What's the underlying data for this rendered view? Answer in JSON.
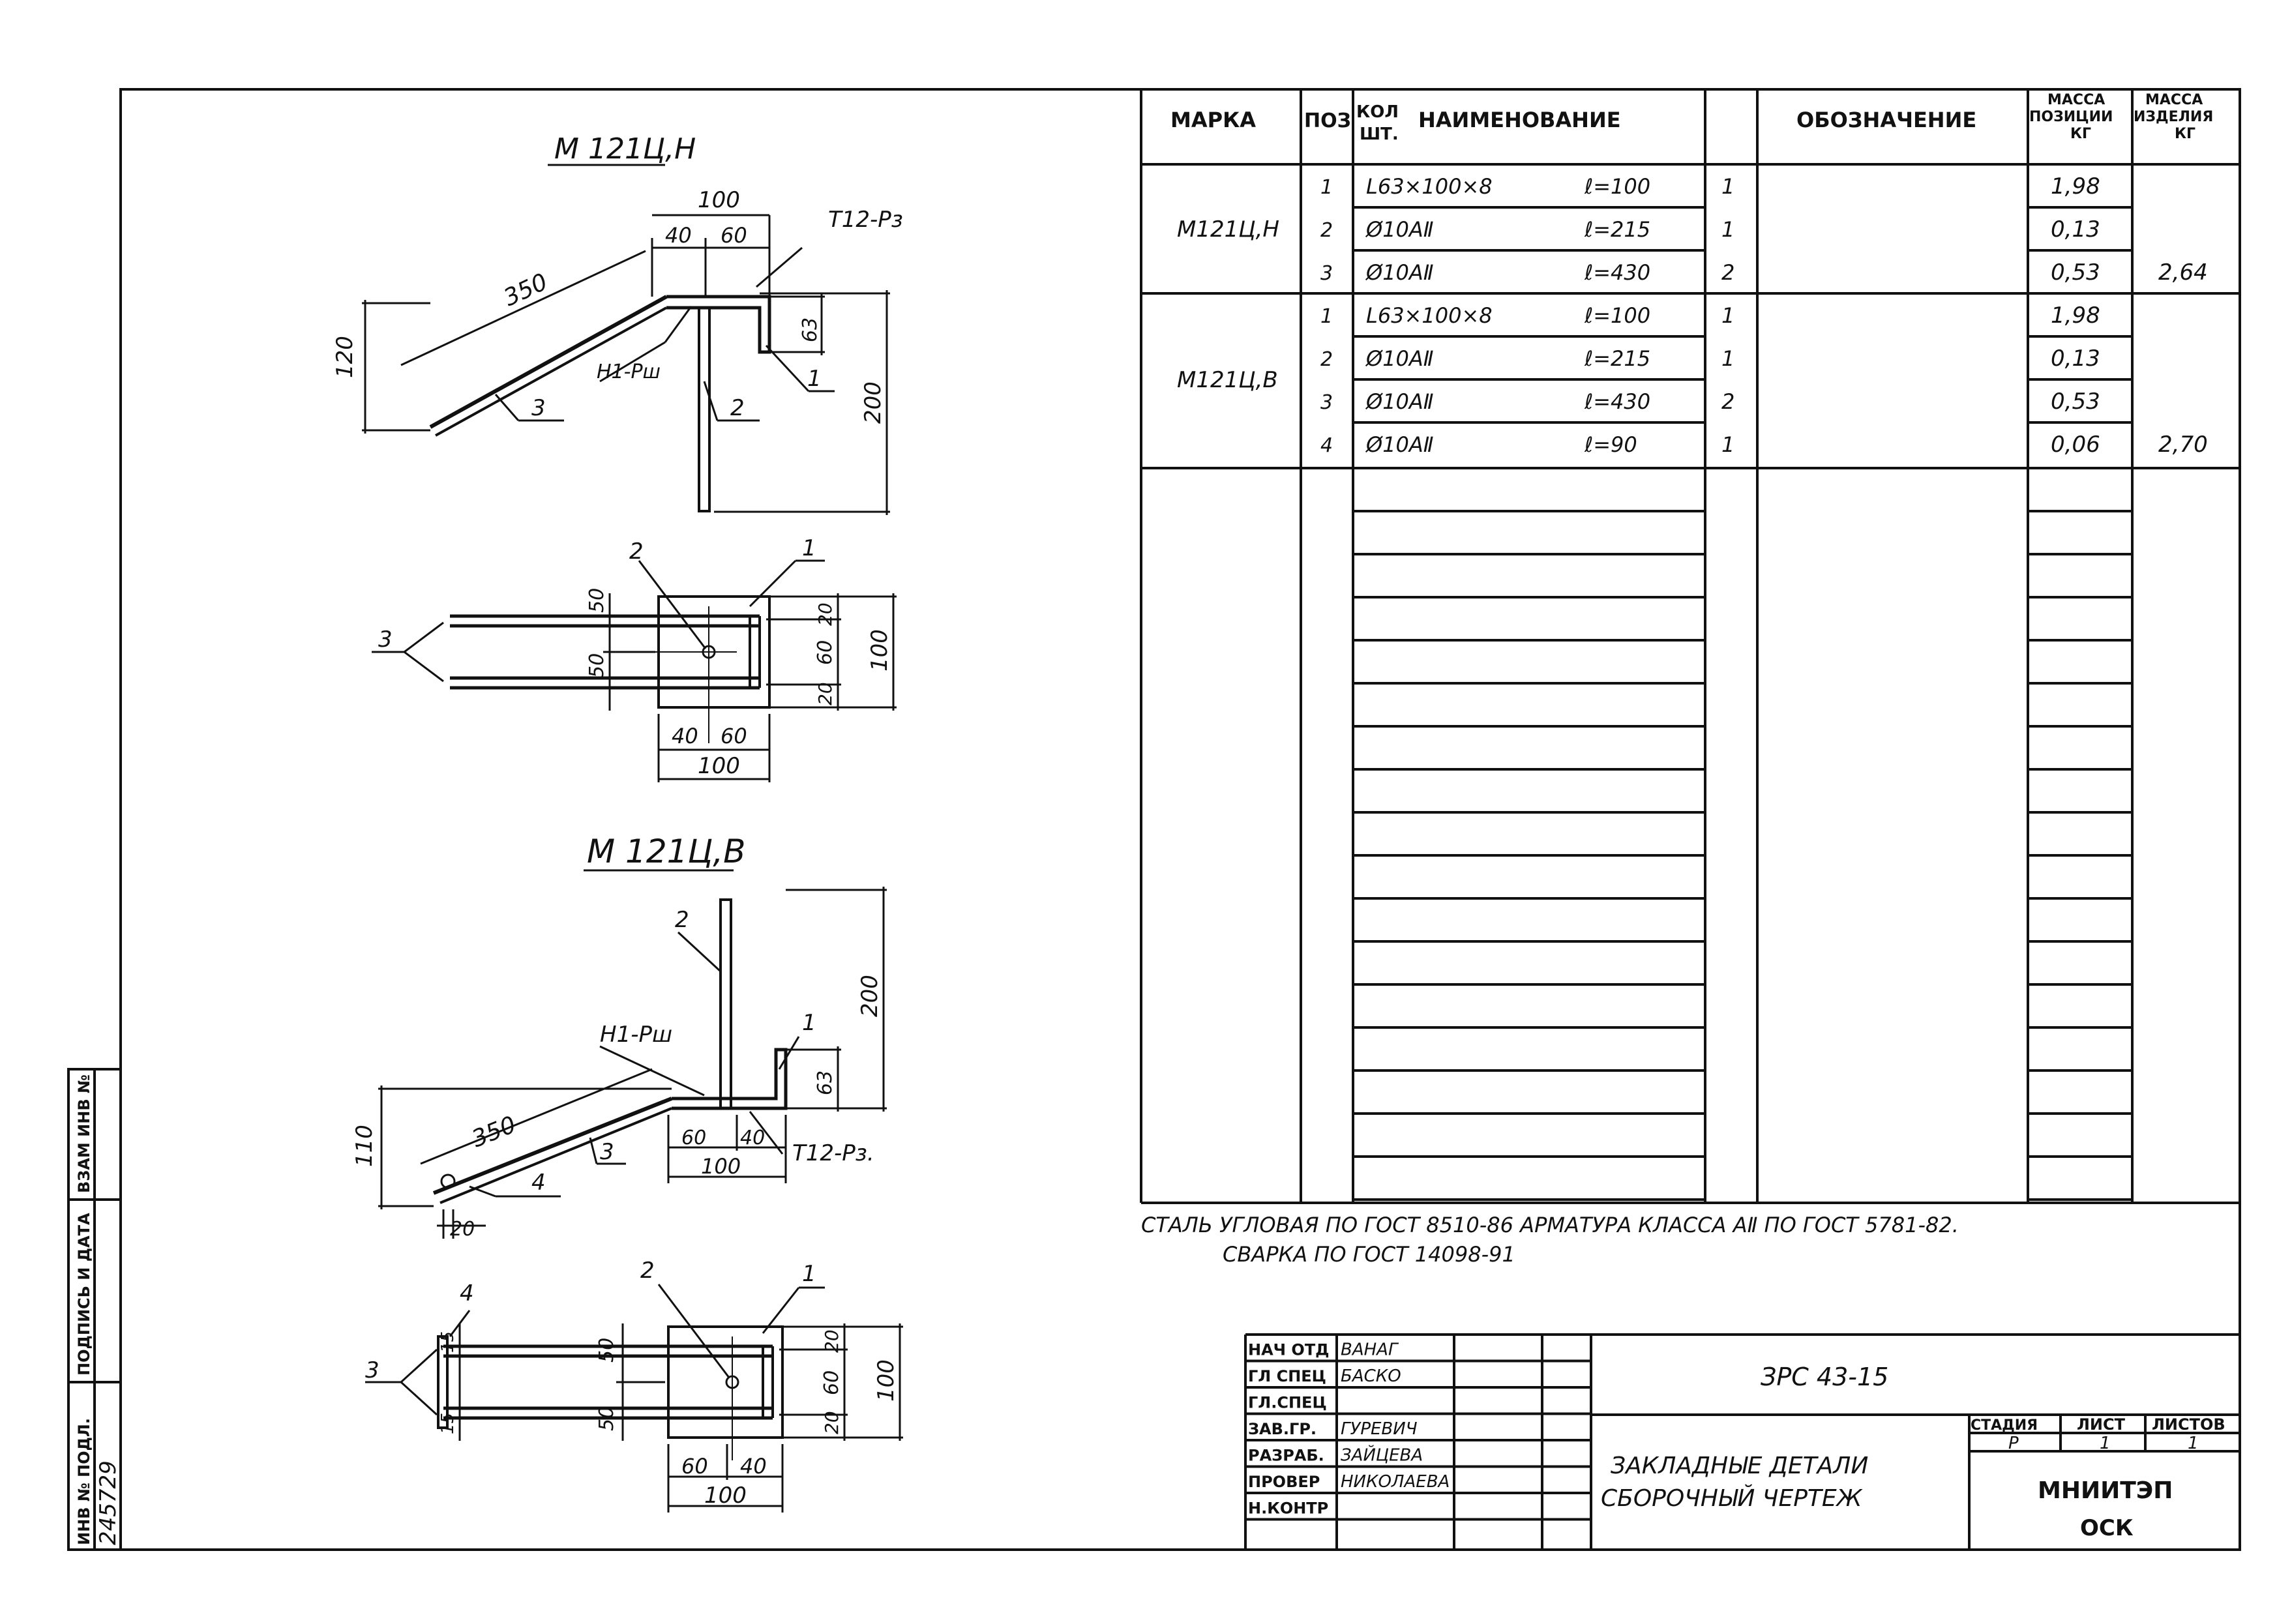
{
  "views": {
    "top_title": "М 121Ц,Н",
    "bottom_title": "М 121Ц,В",
    "weld_t": "Т12-Рз",
    "weld_t2": "Т12-Рз.",
    "weld_h": "Н1-Рш",
    "weld_h2": "Н1-Рш",
    "dims": {
      "d100": "100",
      "d40": "40",
      "d60": "60",
      "d350": "350",
      "d120": "120",
      "d63": "63",
      "d200": "200",
      "d50": "50",
      "d20": "20",
      "d110": "110",
      "d15": "15"
    },
    "pos": {
      "p1": "1",
      "p2": "2",
      "p3": "3",
      "p4": "4"
    }
  },
  "spec_table": {
    "headers": {
      "marka": "МАРКА",
      "poz": "ПОЗ",
      "name": "НАИМЕНОВАНИЕ",
      "qty": "КОЛ ШТ.",
      "oboz": "ОБОЗНАЧЕНИЕ",
      "mass_pos": "МАССА ПОЗИЦИИ КГ",
      "mass_item": "МАССА ИЗДЕЛИЯ КГ"
    },
    "groups": [
      {
        "marka": "М121Ц,Н",
        "total": "2,64",
        "rows": [
          {
            "poz": "1",
            "name": "L63×100×8",
            "len": "ℓ=100",
            "qty": "1",
            "mass": "1,98"
          },
          {
            "poz": "2",
            "name": "Ø10АⅡ",
            "len": "ℓ=215",
            "qty": "1",
            "mass": "0,13"
          },
          {
            "poz": "3",
            "name": "Ø10АⅡ",
            "len": "ℓ=430",
            "qty": "2",
            "mass": "0,53"
          }
        ]
      },
      {
        "marka": "М121Ц,В",
        "total": "2,70",
        "rows": [
          {
            "poz": "1",
            "name": "L63×100×8",
            "len": "ℓ=100",
            "qty": "1",
            "mass": "1,98"
          },
          {
            "poz": "2",
            "name": "Ø10АⅡ",
            "len": "ℓ=215",
            "qty": "1",
            "mass": "0,13"
          },
          {
            "poz": "3",
            "name": "Ø10АⅡ",
            "len": "ℓ=430",
            "qty": "2",
            "mass": "0,53"
          },
          {
            "poz": "4",
            "name": "Ø10АⅡ",
            "len": "ℓ=90",
            "qty": "1",
            "mass": "0,06"
          }
        ]
      }
    ]
  },
  "notes": {
    "line1": "СТАЛЬ УГЛОВАЯ ПО ГОСТ 8510-86   АРМАТУРА КЛАССА АⅡ ПО ГОСТ 5781-82.",
    "line2": "СВАРКА  ПО ГОСТ 14098-91"
  },
  "title_block": {
    "roles": [
      "НАЧ ОТД",
      "ГЛ СПЕЦ",
      "ГЛ.СПЕЦ",
      "ЗАВ.ГР.",
      "РАЗРАБ.",
      "ПРОВЕР",
      "Н.КОНТР"
    ],
    "names": [
      "ВАНАГ",
      "БАСКО",
      "",
      "ГУРЕВИЧ",
      "ЗАЙЦЕВА",
      "НИКОЛАЕВА",
      ""
    ],
    "doc_code": "ЗРС 43-15",
    "title_line1": "ЗАКЛАДНЫЕ ДЕТАЛИ",
    "title_line2": "СБОРОЧНЫЙ ЧЕРТЕЖ",
    "stage_label": "СТАДИЯ",
    "sheet_label": "ЛИСТ",
    "sheets_label": "ЛИСТОВ",
    "stage": "Р",
    "sheet": "1",
    "sheets": "1",
    "org1": "МНИИТЭП",
    "org2": "ОСК"
  },
  "side_stamp": {
    "inv_podl": "ИНВ № ПОДЛ.",
    "podpis": "ПОДПИСЬ И ДАТА",
    "vzam": "ВЗАМ ИНВ №",
    "inv_value": "245729"
  }
}
